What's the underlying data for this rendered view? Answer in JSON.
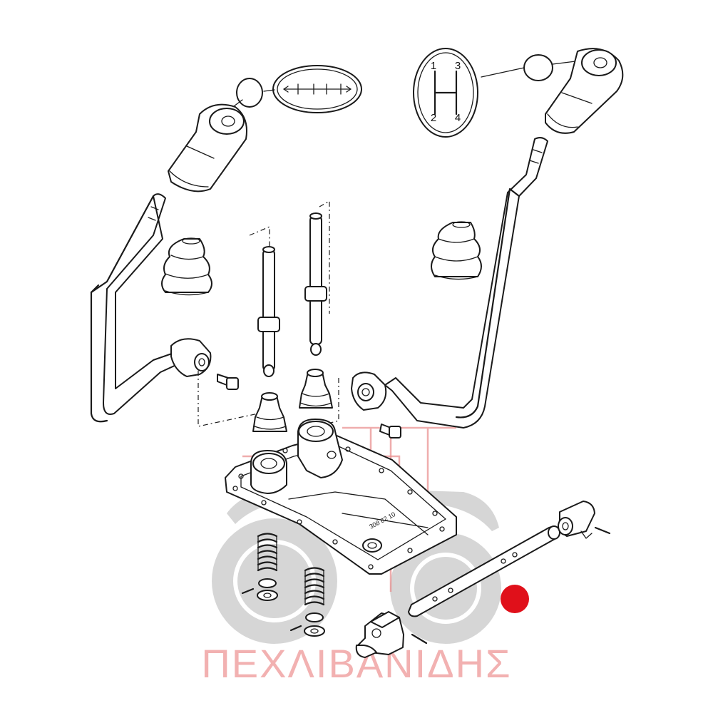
{
  "shift_pattern": {
    "top_left": "1",
    "top_right": "3",
    "bottom_left": "2",
    "bottom_right": "4"
  },
  "watermark": {
    "text": "ΠΕΧΛΙΒΑΝΙΔΗΣ",
    "logo": "tractor-logo"
  },
  "plate_stamp": "308 82 10",
  "marker": {
    "color": "#e0101a"
  },
  "colors": {
    "line": "#1a1a1a",
    "watermark_gray": "#c8c8c8",
    "watermark_red": "#f2b1b1"
  }
}
